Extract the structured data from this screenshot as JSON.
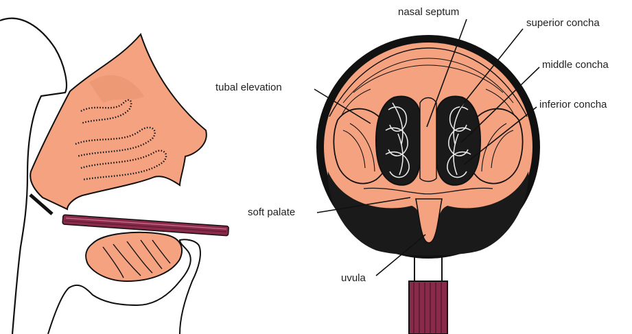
{
  "labels": {
    "nasal_septum": "nasal septum",
    "superior_concha": "superior concha",
    "middle_concha": "middle concha",
    "inferior_concha": "inferior concha",
    "tubal_elevation": "tubal elevation",
    "soft_palate": "soft palate",
    "uvula": "uvula"
  },
  "colors": {
    "tissue": "#f4a27f",
    "tissue_dark": "#e07a55",
    "outline": "#111111",
    "cavity": "#1a1a1a",
    "mirror_handle": "#8a2a4a",
    "background": "#ffffff"
  }
}
